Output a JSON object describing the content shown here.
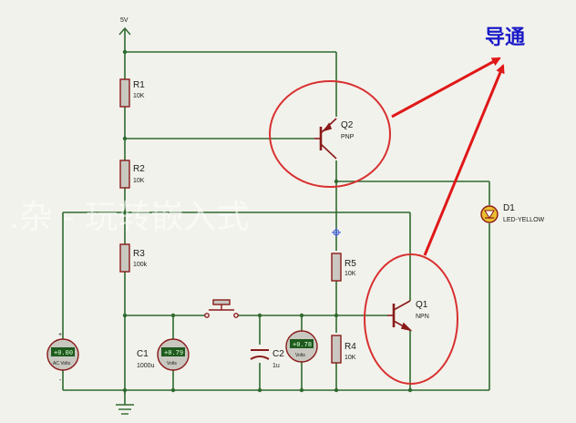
{
  "supply": {
    "label": "5V"
  },
  "annotation": {
    "text": "导通",
    "arrow_color": "#e01818",
    "circle_color": "#d83030",
    "text_color": "#1a1ac8"
  },
  "watermark": {
    "text": ".杂  -  玩转嵌入式"
  },
  "components": {
    "R1": {
      "ref": "R1",
      "value": "10K"
    },
    "R2": {
      "ref": "R2",
      "value": "10K"
    },
    "R3": {
      "ref": "R3",
      "value": "100k"
    },
    "R4": {
      "ref": "R4",
      "value": "10K"
    },
    "R5": {
      "ref": "R5",
      "value": "10K"
    },
    "Q1": {
      "ref": "Q1",
      "type": "NPN"
    },
    "Q2": {
      "ref": "Q2",
      "type": "PNP"
    },
    "C1": {
      "ref": "C1",
      "value": "1000u"
    },
    "C2": {
      "ref": "C2",
      "value": "1u"
    },
    "D1": {
      "ref": "D1",
      "value": "LED-YELLOW"
    }
  },
  "meters": {
    "m1": {
      "reading": "+0.00",
      "unit": "AC Volts"
    },
    "m2": {
      "reading": "+0.79",
      "unit": "Volts"
    },
    "m3": {
      "reading": "+0.78",
      "unit": "Volts"
    }
  },
  "colors": {
    "wire": "#2e6a2e",
    "component": "#8a1a1a",
    "body": "#c8c8c0",
    "meter_screen": "#1e5a1e"
  }
}
